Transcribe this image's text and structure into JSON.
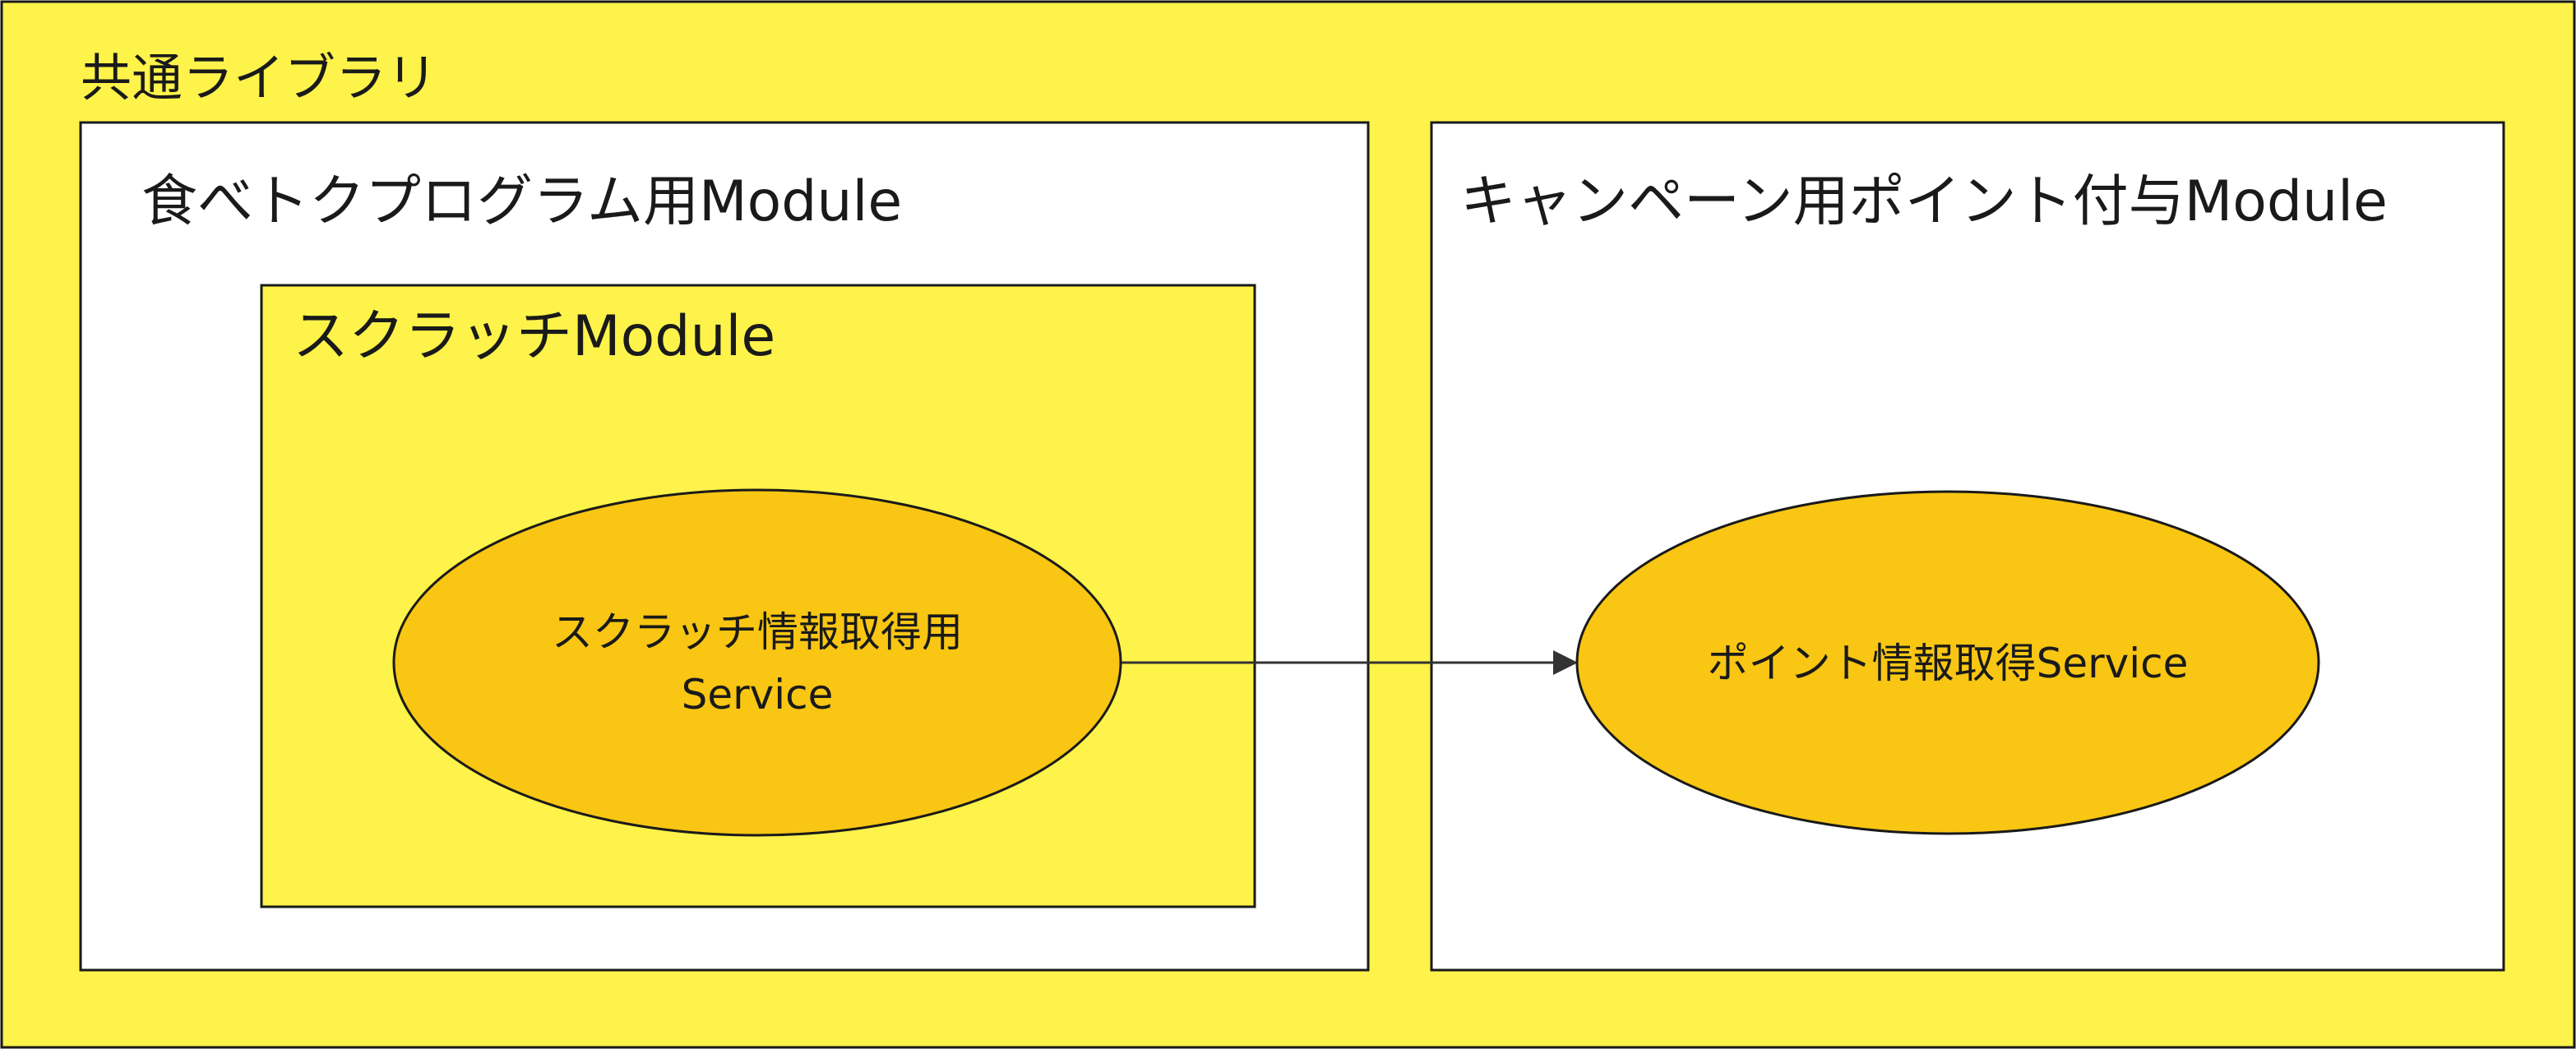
{
  "diagram": {
    "outer": {
      "title": "共通ライブラリ"
    },
    "left_module": {
      "title": "食べトクプログラム用Module"
    },
    "inner_module": {
      "title": "スクラッチModule"
    },
    "scratch_service": {
      "line1": "スクラッチ情報取得用",
      "line2": "Service"
    },
    "right_module": {
      "title": "キャンペーン用ポイント付与Module"
    },
    "point_service": {
      "label": "ポイント情報取得Service"
    },
    "arrow": {
      "from": "スクラッチ情報取得用Service",
      "to": "ポイント情報取得Service"
    }
  },
  "colors": {
    "library_bg": "#fef34a",
    "module_bg": "#ffffff",
    "inner_bg": "#fef34a",
    "service_fill": "#f8c613",
    "stroke": "#1a1a1a",
    "arrow": "#333333"
  }
}
